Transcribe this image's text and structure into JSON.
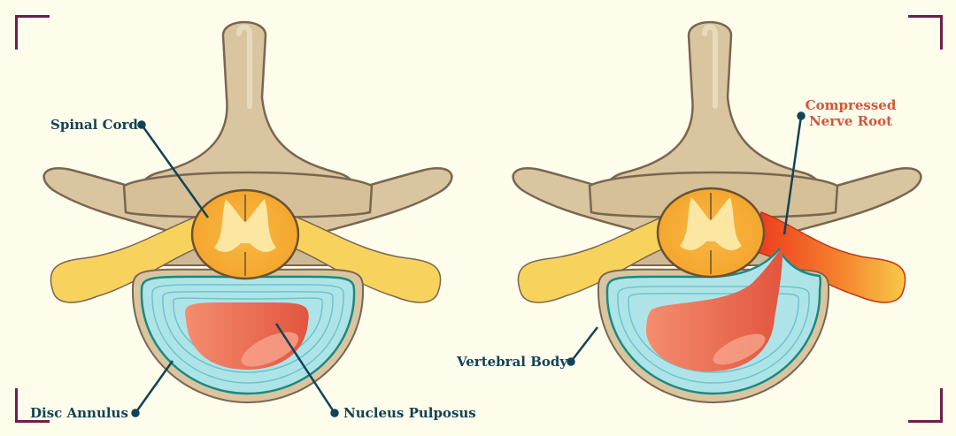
{
  "colors": {
    "background": "#fefdec",
    "frame_corner": "#6b1f4a",
    "label_text": "#124357",
    "highlight_label": "#d0573b",
    "bone": "#d9c59f",
    "bone_outline": "#7a6650",
    "spinal_cord": "#f6ad34",
    "nerve": "#f7d35e",
    "disc_annulus": "#aee4e8",
    "nucleus": "#ea6c53",
    "compressed_nerve": "#ef4b24"
  },
  "figures": [
    {
      "name": "healthy-disc",
      "labels": {
        "spinal_cord": "Spinal Cord",
        "disc_annulus": "Disc Annulus",
        "nucleus_pulposus": "Nucleus Pulposus"
      }
    },
    {
      "name": "herniated-disc",
      "labels": {
        "compressed_nerve_root_line1": "Compressed",
        "compressed_nerve_root_line2": "Nerve Root",
        "vertebral_body": "Vertebral Body"
      }
    }
  ]
}
